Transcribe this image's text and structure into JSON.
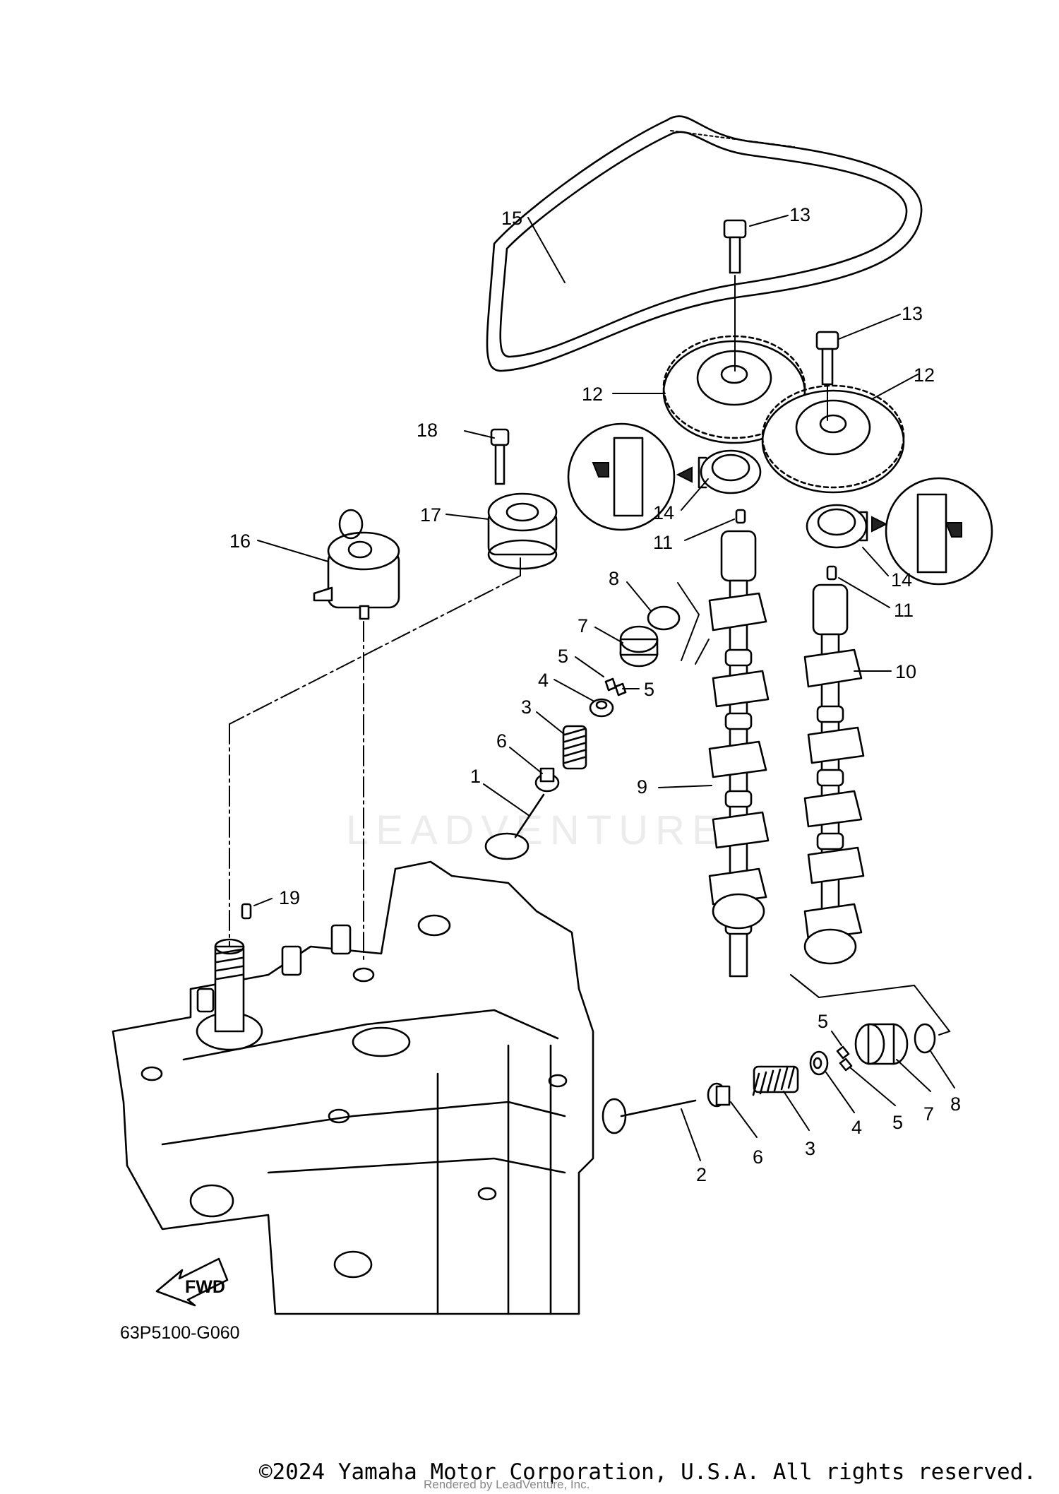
{
  "diagram": {
    "drawing_code": "63P5100-G060",
    "forward_label": "FWD",
    "watermark": "LEADVENTURE",
    "callouts": [
      {
        "id": "c1",
        "label": "1"
      },
      {
        "id": "c2",
        "label": "2"
      },
      {
        "id": "c3a",
        "label": "3"
      },
      {
        "id": "c3b",
        "label": "3"
      },
      {
        "id": "c4a",
        "label": "4"
      },
      {
        "id": "c4b",
        "label": "4"
      },
      {
        "id": "c5a",
        "label": "5"
      },
      {
        "id": "c5b",
        "label": "5"
      },
      {
        "id": "c5c",
        "label": "5"
      },
      {
        "id": "c5d",
        "label": "5"
      },
      {
        "id": "c6a",
        "label": "6"
      },
      {
        "id": "c6b",
        "label": "6"
      },
      {
        "id": "c7a",
        "label": "7"
      },
      {
        "id": "c7b",
        "label": "7"
      },
      {
        "id": "c8a",
        "label": "8"
      },
      {
        "id": "c8b",
        "label": "8"
      },
      {
        "id": "c9",
        "label": "9"
      },
      {
        "id": "c10",
        "label": "10"
      },
      {
        "id": "c11a",
        "label": "11"
      },
      {
        "id": "c11b",
        "label": "11"
      },
      {
        "id": "c12a",
        "label": "12"
      },
      {
        "id": "c12b",
        "label": "12"
      },
      {
        "id": "c13a",
        "label": "13"
      },
      {
        "id": "c13b",
        "label": "13"
      },
      {
        "id": "c14a",
        "label": "14"
      },
      {
        "id": "c14b",
        "label": "14"
      },
      {
        "id": "c15",
        "label": "15"
      },
      {
        "id": "c16",
        "label": "16"
      },
      {
        "id": "c17",
        "label": "17"
      },
      {
        "id": "c18",
        "label": "18"
      },
      {
        "id": "c19",
        "label": "19"
      }
    ]
  },
  "footer": {
    "copyright": "©2024 Yamaha Motor Corporation, U.S.A. All rights reserved.",
    "rendered_by": "Rendered by LeadVenture, Inc."
  }
}
